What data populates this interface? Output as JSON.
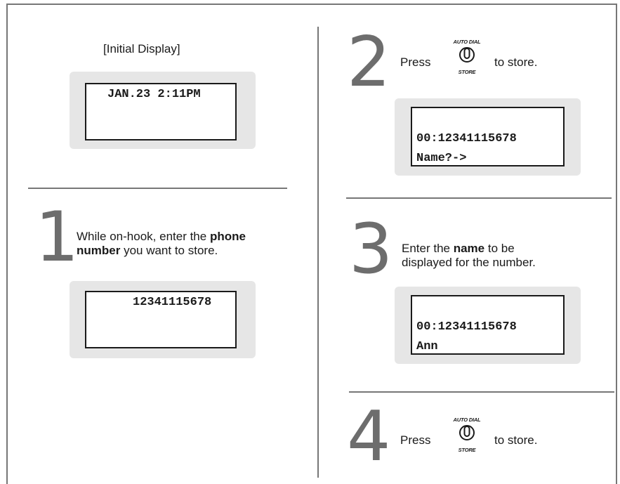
{
  "left": {
    "heading": "[Initial Display]",
    "initial_display": "JAN.23 2:11PM",
    "step1": {
      "number": "1",
      "text_1": "While on-hook, enter the ",
      "bold_1": "phone",
      "bold_2": "number",
      "text_2": " you want to store.",
      "display_line1": "12341115678"
    }
  },
  "right": {
    "step2": {
      "number": "2",
      "press": "Press",
      "to_store": "to store.",
      "button_top": "AUTO DIAL",
      "button_bottom": "STORE",
      "display_line1": "00:12341115678",
      "display_line2": "Name?->"
    },
    "step3": {
      "number": "3",
      "text_1": "Enter the ",
      "bold": "name",
      "text_2": " to be",
      "text_3": "displayed for the number.",
      "display_line1": "00:12341115678",
      "display_line2": "Ann"
    },
    "step4": {
      "number": "4",
      "press": "Press",
      "to_store": "to store.",
      "button_top": "AUTO DIAL",
      "button_bottom": "STORE"
    }
  }
}
